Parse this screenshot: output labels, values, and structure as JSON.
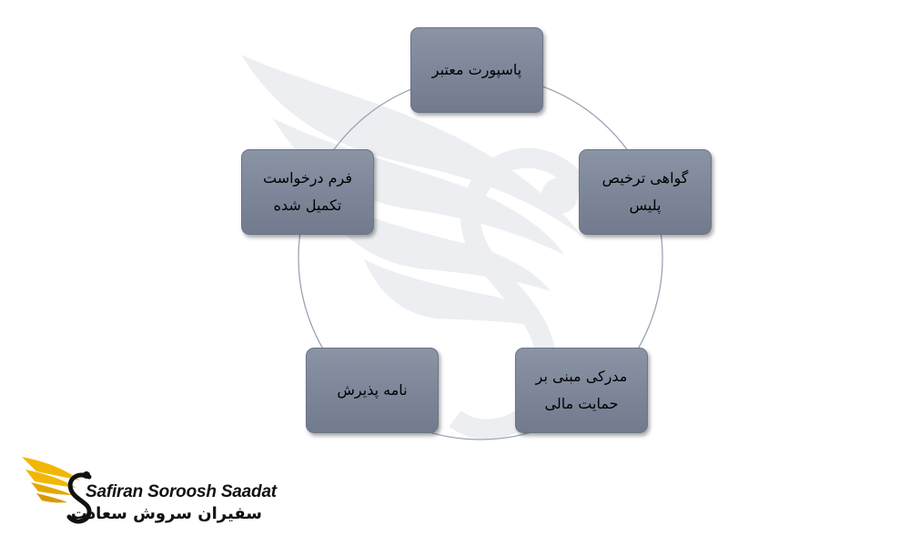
{
  "diagram": {
    "nodes": [
      {
        "lines": [
          "پاسپورت معتبر"
        ]
      },
      {
        "lines": [
          "گواهی ترخیص",
          "پلیس"
        ]
      },
      {
        "lines": [
          "مدرکی مبنی بر",
          "حمایت مالی"
        ]
      },
      {
        "lines": [
          "نامه پذیرش"
        ]
      },
      {
        "lines": [
          "فرم درخواست",
          "تکمیل شده"
        ]
      }
    ]
  },
  "brand": {
    "name_en": "Safiran Soroosh Saadat",
    "name_fa": "سفیران سروش سعادت",
    "colors": {
      "wing": "#f2b705",
      "wing_dark": "#d99a00",
      "text": "#111111"
    }
  },
  "colors": {
    "node_fill": "#7d8799",
    "ring": "#9aa3b2",
    "watermark": "#e9ebee"
  }
}
